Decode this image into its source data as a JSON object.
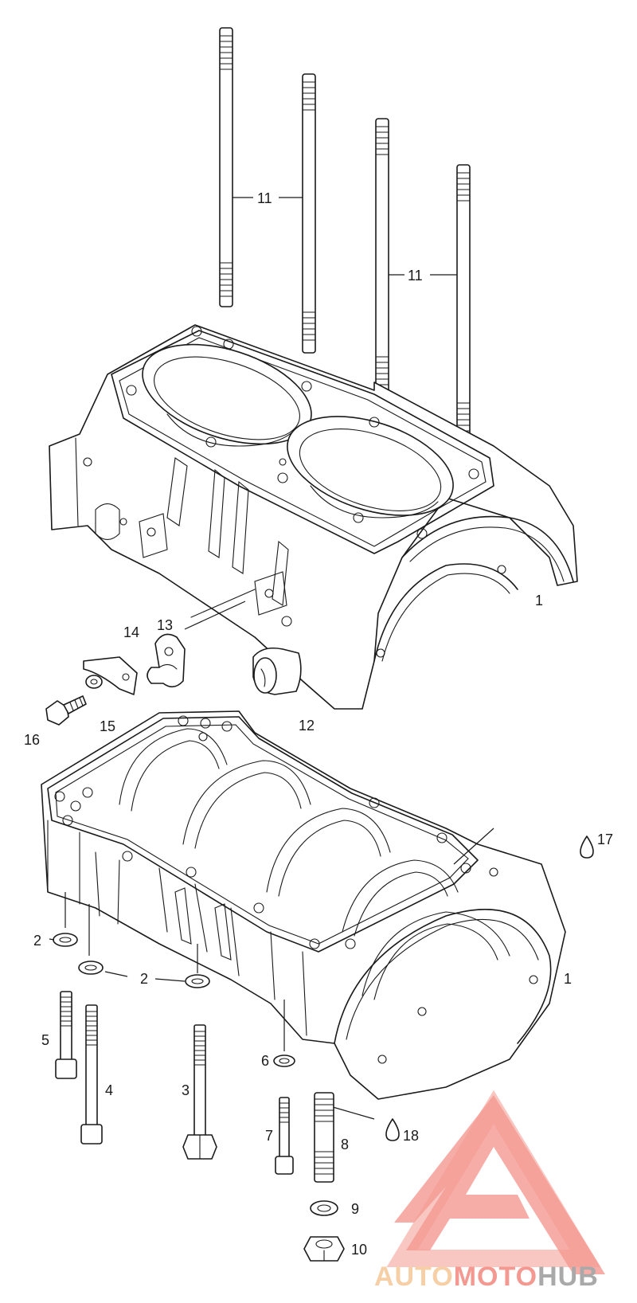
{
  "callouts": {
    "p1_upper": "1",
    "p1_lower": "1",
    "p2_a": "2",
    "p2_b": "2",
    "p3": "3",
    "p4": "4",
    "p5": "5",
    "p6": "6",
    "p7": "7",
    "p8": "8",
    "p9": "9",
    "p10": "10",
    "p11_a": "11",
    "p11_b": "11",
    "p12": "12",
    "p13": "13",
    "p14": "14",
    "p15": "15",
    "p16": "16",
    "p17": "17",
    "p18": "18"
  },
  "watermark": {
    "part1": "AUTO",
    "part2": "MOTO",
    "part3": "HUB",
    "color_primary": "#f28b82",
    "color_auto": "#f6c99a",
    "color_hub": "#9e9e9e"
  },
  "icons": [
    "drop-icon",
    "logo-triangle-icon"
  ]
}
